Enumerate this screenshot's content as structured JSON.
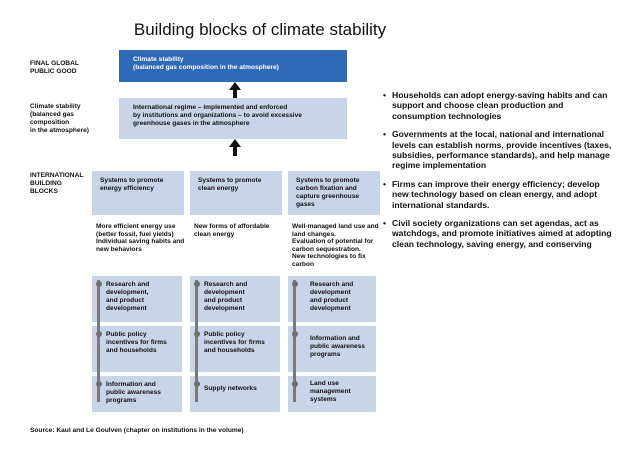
{
  "title": "Building blocks of climate stability",
  "left_labels": {
    "final_global": "FINAL GLOBAL\nPUBLIC GOOD",
    "climate_stability": "Climate stability\n(balanced gas\ncomposition\nin the atmosphere)",
    "international_blocks": "INTERNATIONAL\nBUILDING\nBLOCKS"
  },
  "top_box": "Climate stability\n(balanced gas composition in the atmosphere)",
  "regime_box": "International regime – implemented and enforced\nby institutions and organizations – to avoid excessive\ngreenhouse gases in the atmosphere",
  "columns": [
    {
      "header": "Systems to promote\nenergy efficiency",
      "description": "More efficient energy use\n(better fossil, fuel yields)\nIndividual saving habits and\nnew behaviors",
      "items": [
        "Research and\ndevelopment,\nand product\ndevelopment",
        "Public policy\nincentives for firms\nand households",
        "Information and\npublic awareness\nprograms"
      ]
    },
    {
      "header": "Systems to promote\nclean energy",
      "description": "New forms of affordable\nclean energy",
      "items": [
        "Research and\ndevelopment\nand product\ndevelopment",
        "Public policy\nincentives for firms\nand households",
        "Supply networks"
      ]
    },
    {
      "header": "Systems to promote\ncarbon fixation and\ncapture greenhouse\ngases",
      "description": "Well-managed land use and\nland changes.\nEvaluation of potential for\ncarbon sequestration.\nNew technologies to fix\ncarbon",
      "items": [
        "Research and\ndevelopment\nand product\ndevelopment",
        "Information and\npublic awareness\nprograms",
        "Land use\nmanagement\nsystems"
      ]
    }
  ],
  "bullets": [
    "Households can adopt energy-saving habits and can support and choose clean production and consumption technologies",
    "Governments at the local, national and international levels can establish norms, provide incentives (taxes, subsidies, performance standards), and help manage regime implementation",
    "Firms can improve their energy efficiency; develop new technology based on clean energy, and adopt international standards.",
    "Civil society organizations can set agendas, act as watchdogs, and promote initiatives aimed at adopting clean technology, saving energy, and conserving"
  ],
  "source": "Source:  Kaul and Le Goulven (chapter on institutions in the volume)",
  "colors": {
    "top_box": "#2f6ab8",
    "light_box": "#c8d5e8",
    "connector": "#7a7a7a"
  }
}
